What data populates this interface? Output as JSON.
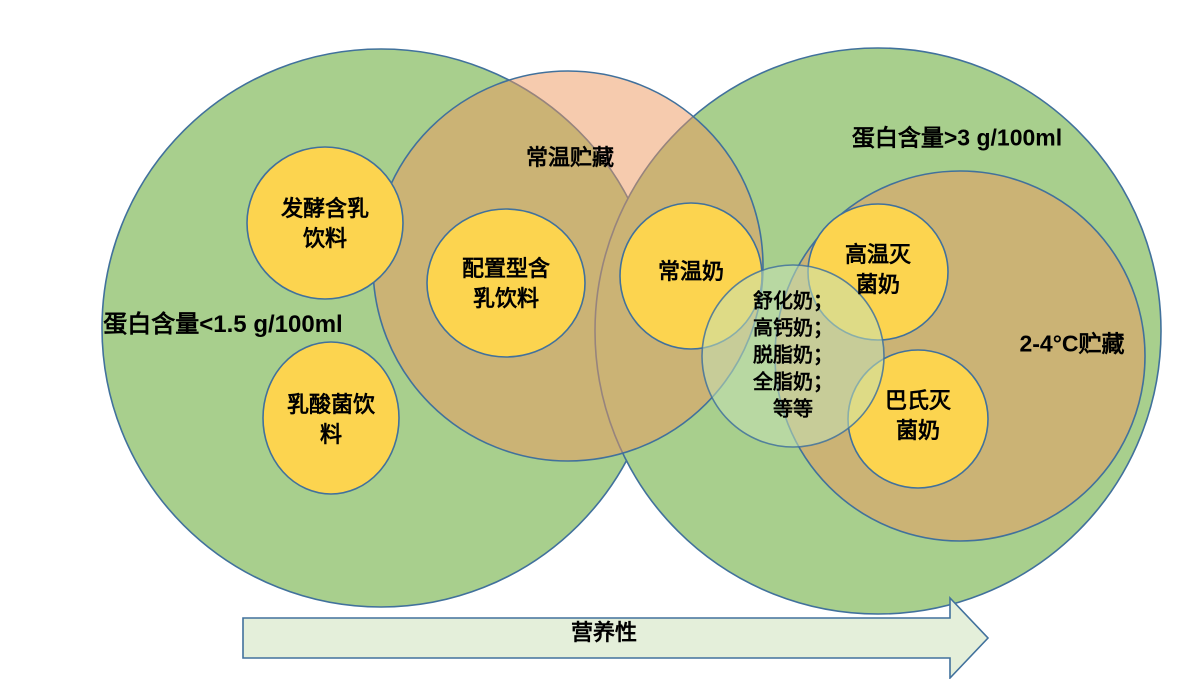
{
  "diagram": {
    "regions": {
      "low_protein": {
        "label": "蛋白含量<1.5 g/100ml"
      },
      "high_protein": {
        "label": "蛋白含量>3 g/100ml"
      },
      "ambient_storage": {
        "label": "常温贮藏"
      },
      "cold_storage": {
        "label": "2-4°C贮藏"
      }
    },
    "items": {
      "fermented_milk_drink": {
        "line1": "发酵含乳",
        "line2": "饮料"
      },
      "formulated_milk_drink": {
        "line1": "配置型含",
        "line2": "乳饮料"
      },
      "lactic_acid_drink": {
        "line1": "乳酸菌饮",
        "line2": "料"
      },
      "ambient_milk": {
        "label": "常温奶"
      },
      "uht_milk": {
        "line1": "高温灭",
        "line2": "菌奶"
      },
      "pasteurized_milk": {
        "line1": "巴氏灭",
        "line2": "菌奶"
      },
      "milk_varieties": {
        "line1": "舒化奶；",
        "line2": "高钙奶；",
        "line3": "脱脂奶；",
        "line4": "全脂奶；",
        "line5": "等等"
      }
    },
    "axis_arrow": {
      "label": "营养性"
    },
    "colors": {
      "green": "#A8CF8D",
      "salmon": "#EE975D",
      "yellow": "#FCD44F",
      "varieties_fill": "#C5E0B4",
      "arrow_fill": "#E4EFDA",
      "stroke": "#41719C"
    }
  }
}
